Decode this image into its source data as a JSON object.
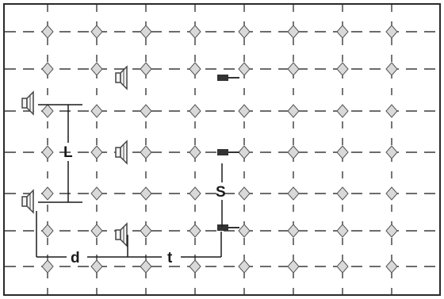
{
  "labels": {
    "L": "L",
    "S": "S",
    "d": "d",
    "t": "t"
  },
  "grid": {
    "cols": 8,
    "rows": 7
  },
  "colors": {
    "background": "#ffffff",
    "frame": "#2a2a2a",
    "grid_line": "#3a3a3a",
    "node_fill": "#d9d9d9",
    "node_stroke": "#555555",
    "speaker": "#444444",
    "receiver": "#333333"
  }
}
